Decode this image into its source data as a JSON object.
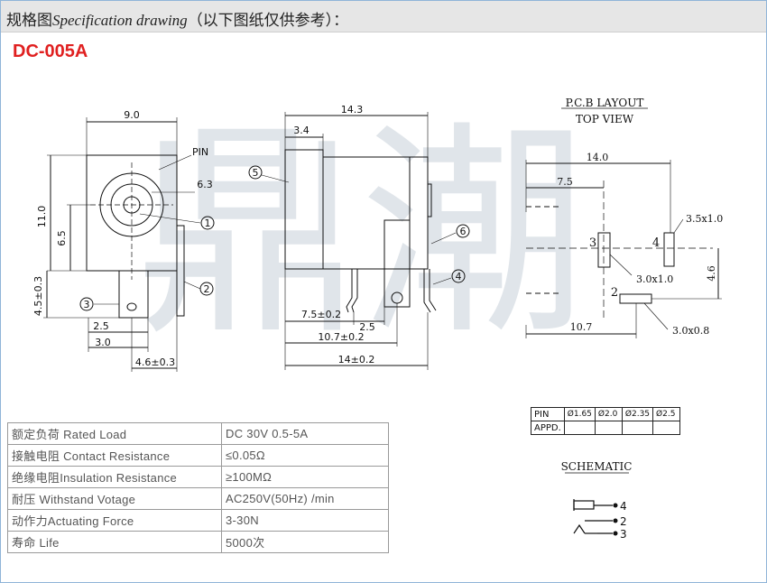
{
  "header": {
    "title_cn": "规格图",
    "title_en": "Specification drawing",
    "title_suffix": "（以下图纸仅供参考）："
  },
  "model": "DC-005A",
  "colors": {
    "model_red": "#e02020",
    "header_bg": "#e6e6e6",
    "border_blue": "#8fb4d8",
    "watermark": "#c7cfd9"
  },
  "watermark": "鼎潮",
  "front_view": {
    "dim_width": "9.0",
    "dim_height": "11.0",
    "dim_center": "6.5",
    "dim_pin_height": "4.5±0.3",
    "dim_pin_offset": "2.5",
    "dim_pin_pitch": "3.0",
    "dim_bottom": "4.6±0.3",
    "dim_pin_dia": "6.3",
    "pin_label": "PIN",
    "callouts": [
      "1",
      "2",
      "3"
    ]
  },
  "side_view": {
    "dim_length": "14.3",
    "dim_front": "3.4",
    "dim_a": "7.5±0.2",
    "dim_b": "2.5",
    "dim_c": "10.7±0.2",
    "dim_d": "14±0.2",
    "callouts": [
      "4",
      "5",
      "6"
    ]
  },
  "pcb_layout": {
    "title": "P.C.B LAYOUT",
    "subtitle": "TOP VIEW",
    "dim_total": "14.0",
    "dim_a": "7.5",
    "dim_b": "10.7",
    "dim_v": "4.6",
    "pad_4": "3.5x1.0",
    "pad_3": "3.0x1.0",
    "pad_2": "3.0x0.8",
    "pad_labels": [
      "3",
      "4",
      "2"
    ]
  },
  "pin_table": {
    "row1_label": "PIN",
    "diameters": [
      "Ø1.65",
      "Ø2.0",
      "Ø2.35",
      "Ø2.5"
    ],
    "row2_label": "APPD."
  },
  "schematic": {
    "title": "SCHEMATIC",
    "pins": [
      "4",
      "2",
      "3"
    ]
  },
  "specs": [
    {
      "label": "额定负荷 Rated Load",
      "value": "DC 30V 0.5-5A"
    },
    {
      "label": "接触电阻 Contact Resistance",
      "value": "≤0.05Ω"
    },
    {
      "label": "绝缘电阻Insulation Resistance",
      "value": "≥100MΩ"
    },
    {
      "label": "耐压  Withstand Votage",
      "value": "AC250V(50Hz) /min"
    },
    {
      "label": "动作力Actuating  Force",
      "value": "3-30N"
    },
    {
      "label": "寿命   Life",
      "value": "5000次"
    }
  ]
}
